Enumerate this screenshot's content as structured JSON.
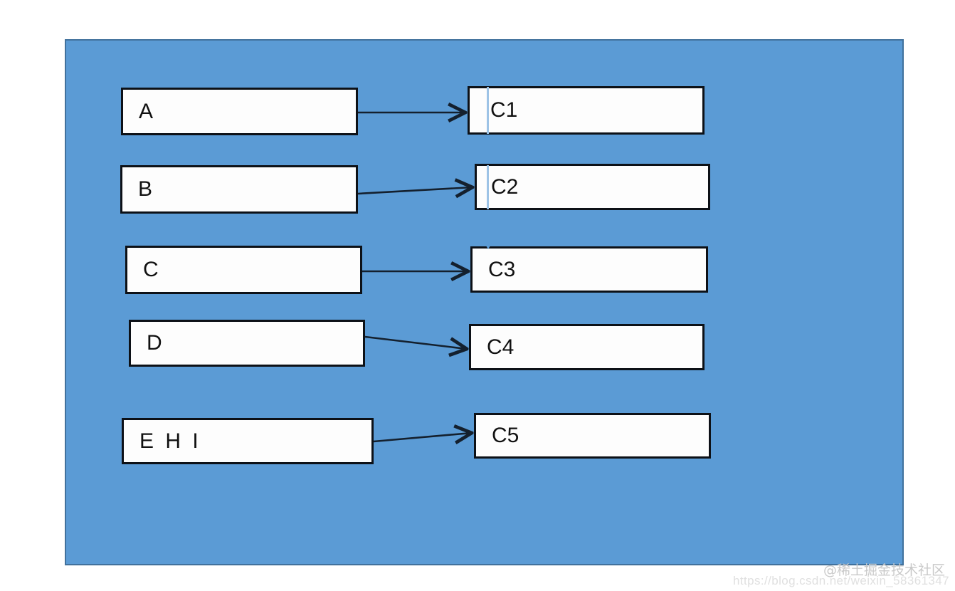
{
  "canvas": {
    "background_color": "#5b9bd5",
    "border_color": "#41719c"
  },
  "diagram": {
    "type": "mapping-diagram",
    "left_nodes": [
      {
        "id": "a",
        "label": "A"
      },
      {
        "id": "b",
        "label": "B"
      },
      {
        "id": "c",
        "label": "C"
      },
      {
        "id": "d",
        "label": "D"
      },
      {
        "id": "ehi",
        "label": "E H I"
      }
    ],
    "right_nodes": [
      {
        "id": "c1",
        "label": "C1"
      },
      {
        "id": "c2",
        "label": "C2"
      },
      {
        "id": "c3",
        "label": "C3"
      },
      {
        "id": "c4",
        "label": "C4"
      },
      {
        "id": "c5",
        "label": "C5"
      }
    ],
    "edges": [
      {
        "from": "A",
        "to": "C1"
      },
      {
        "from": "B",
        "to": "C2"
      },
      {
        "from": "C",
        "to": "C3"
      },
      {
        "from": "D",
        "to": "C4"
      },
      {
        "from": "E H I",
        "to": "C5"
      }
    ],
    "edge_color": "#14202e",
    "node_fill": "#fdfdfd",
    "node_border": "#0d1117"
  },
  "markers": {
    "cursor_chevron_color": "#5b9bd5",
    "inner_guide_color": "#9dc3e6"
  },
  "watermark": {
    "brand": "@稀土掘金技术社区",
    "url": "https://blog.csdn.net/weixin_58361347"
  }
}
